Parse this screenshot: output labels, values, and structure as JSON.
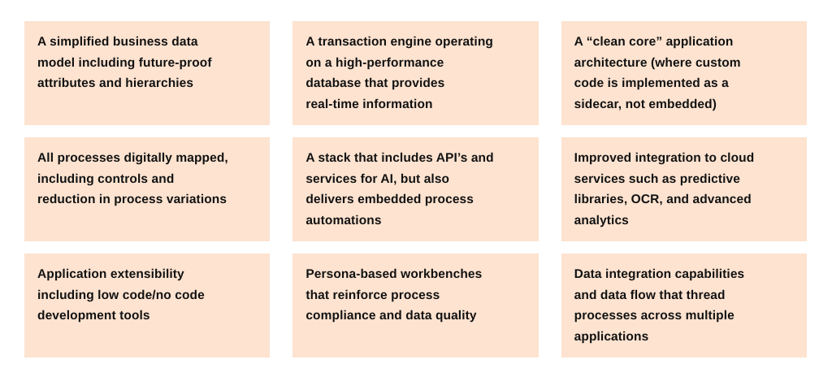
{
  "theme": {
    "page_background": "#ffffff",
    "card_background": "#fde3d0",
    "text_color": "#111111"
  },
  "board": {
    "columns": 3,
    "rows": 3,
    "cards": [
      {
        "id": "simplified-business-data-model",
        "text": "A simplified business data\nmodel including future-proof\nattributes and hierarchies"
      },
      {
        "id": "transaction-engine",
        "text": "A transaction engine operating\non a high-performance\ndatabase that provides\nreal-time information"
      },
      {
        "id": "clean-core-architecture",
        "text": "A “clean core” application\narchitecture (where custom\ncode is implemented as a\nsidecar, not embedded)"
      },
      {
        "id": "processes-digitally-mapped",
        "text": "All processes digitally mapped,\nincluding controls and\nreduction in process variations"
      },
      {
        "id": "stack-apis-and-ai-services",
        "text": "A stack that includes API’s and\nservices for AI, but also\ndelivers embedded process\nautomations"
      },
      {
        "id": "improved-cloud-integration",
        "text": "Improved integration to cloud\nservices such as predictive\nlibraries, OCR, and advanced\nanalytics"
      },
      {
        "id": "application-extensibility",
        "text": "Application extensibility\nincluding low code/no code\ndevelopment tools"
      },
      {
        "id": "persona-based-workbenches",
        "text": "Persona-based workbenches\nthat reinforce process\ncompliance and data quality"
      },
      {
        "id": "data-integration-capabilities",
        "text": "Data integration capabilities\nand data flow that thread\nprocesses across multiple\napplications"
      }
    ]
  }
}
